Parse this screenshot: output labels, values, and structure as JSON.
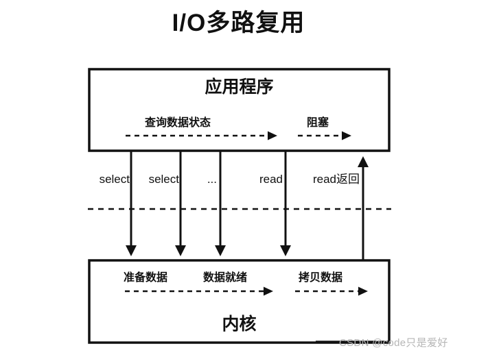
{
  "page": {
    "title": "I/O多路复用",
    "background_color": "#ffffff",
    "stroke_color": "#111111"
  },
  "app_box": {
    "name": "应用程序",
    "flows": [
      {
        "label": "查询数据状态",
        "style": "dashed",
        "direction": "right"
      },
      {
        "label": "阻塞",
        "style": "dashed",
        "direction": "right"
      }
    ]
  },
  "kernel_box": {
    "name": "内核",
    "flows": [
      {
        "label": "准备数据",
        "style": "dashed",
        "direction": "right"
      },
      {
        "label": "数据就绪",
        "style": "dashed",
        "direction": "right"
      },
      {
        "label": "拷贝数据",
        "style": "dashed",
        "direction": "right"
      }
    ]
  },
  "channels": [
    {
      "label": "select",
      "direction": "down"
    },
    {
      "label": "select",
      "direction": "down"
    },
    {
      "label": "...",
      "direction": "down"
    },
    {
      "label": "read",
      "direction": "down"
    },
    {
      "label": "read返回",
      "direction": "up"
    }
  ],
  "divider": {
    "style": "dashed",
    "orientation": "horizontal"
  },
  "watermark": {
    "text": "CSDN @code只是爱好",
    "color": "#b6b6b6"
  }
}
